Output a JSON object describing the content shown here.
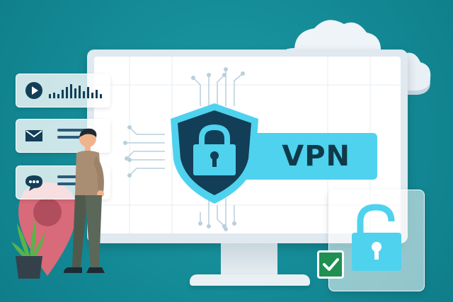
{
  "banner": {
    "label": "VPN"
  },
  "cards": [
    {
      "icon": "play-icon",
      "kind": "audio"
    },
    {
      "icon": "mail-icon",
      "kind": "message"
    },
    {
      "icon": "chat-bubble-icon",
      "kind": "chat"
    }
  ],
  "colors": {
    "background": "#148b97",
    "banner": "#4fd2ee",
    "shield": "#123e57",
    "shield_border": "#4fd2ee",
    "dark_blue": "#0f3a4a",
    "check_green": "#1f8f52"
  }
}
